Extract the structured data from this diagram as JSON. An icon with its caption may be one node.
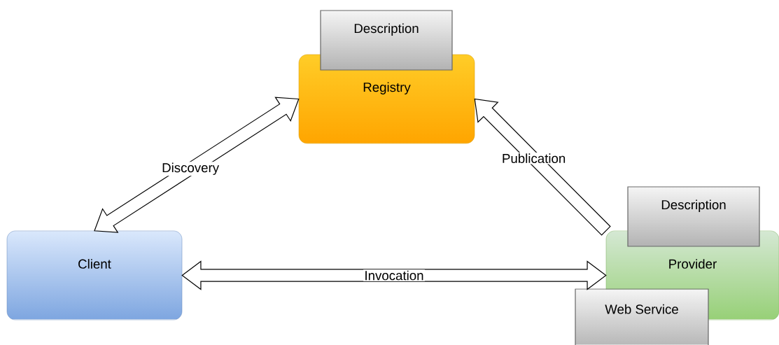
{
  "diagram": {
    "nodes": [
      {
        "text": [
          "Registry"
        ]
      },
      {
        "text": [
          "Description"
        ]
      },
      {
        "text": [
          "Client"
        ]
      },
      {
        "text": [
          "Provider"
        ]
      },
      {
        "text": [
          "Description"
        ]
      },
      {
        "text": [
          "Web Service"
        ]
      }
    ],
    "edges": [
      {
        "from": 2,
        "to": 0,
        "arrow": "both",
        "label": "Discovery"
      },
      {
        "from": 3,
        "to": 0,
        "arrow": "to",
        "label": "Publication"
      },
      {
        "from": 2,
        "to": 3,
        "arrow": "both",
        "label": "Invocation"
      }
    ]
  }
}
